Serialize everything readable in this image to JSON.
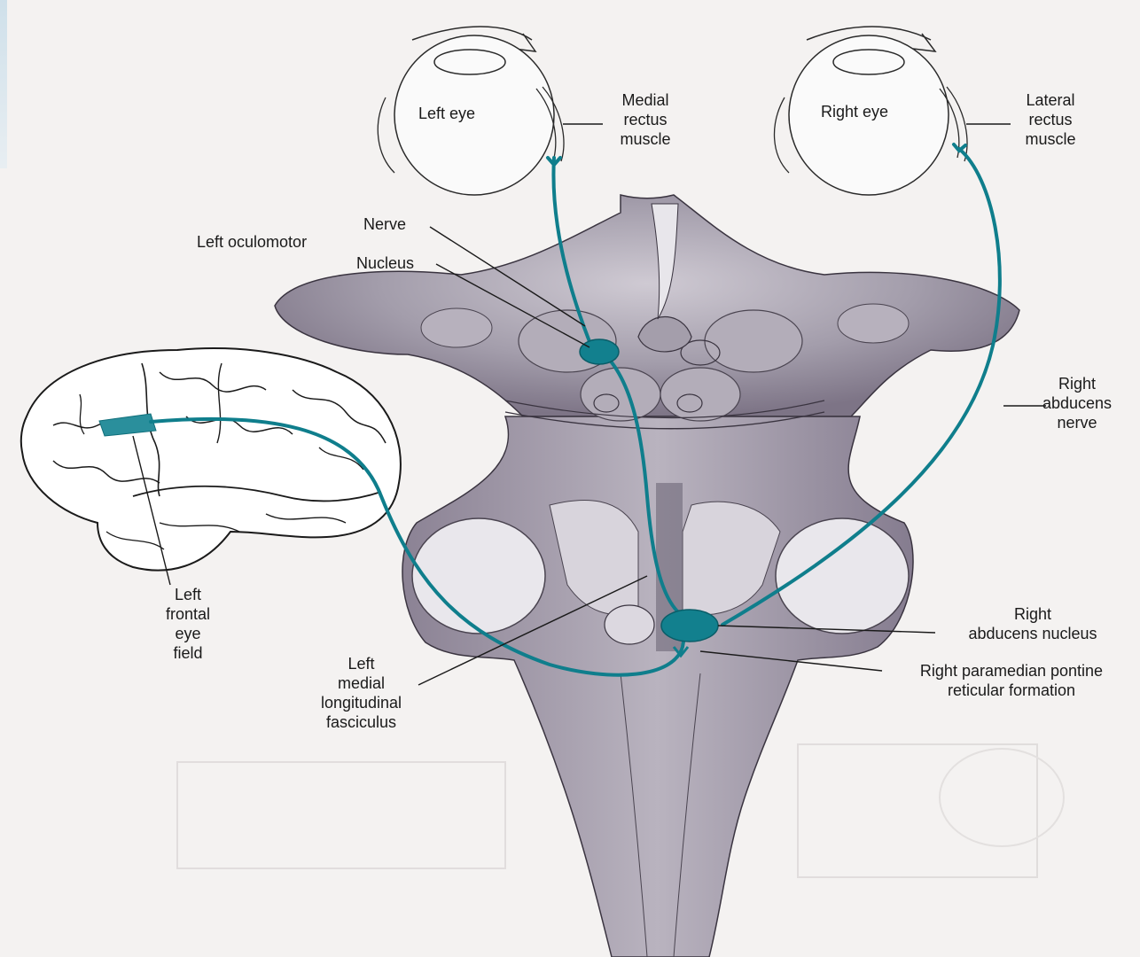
{
  "labels": {
    "left_eye": "Left eye",
    "right_eye": "Right eye",
    "medial_rectus": [
      "Medial",
      "rectus",
      "muscle"
    ],
    "lateral_rectus": [
      "Lateral",
      "rectus",
      "muscle"
    ],
    "nerve": "Nerve",
    "left_oculomotor": "Left oculomotor",
    "nucleus": "Nucleus",
    "right_abducens_nerve": [
      "Right",
      "abducens",
      "nerve"
    ],
    "left_frontal_eye_field": [
      "Left",
      "frontal",
      "eye",
      "field"
    ],
    "right_abducens_nucleus": [
      "Right",
      "abducens nucleus"
    ],
    "left_mlf": [
      "Left",
      "medial",
      "longitudinal",
      "fasciculus"
    ],
    "right_pprf": [
      "Right paramedian pontine",
      "reticular formation"
    ]
  },
  "colors": {
    "pathway": "#0f7e8c",
    "brainstem": "#a8a2ad",
    "brainstem_dark": "#6c6475",
    "outline": "#2a2a2a",
    "page": "#f4f2f1"
  }
}
